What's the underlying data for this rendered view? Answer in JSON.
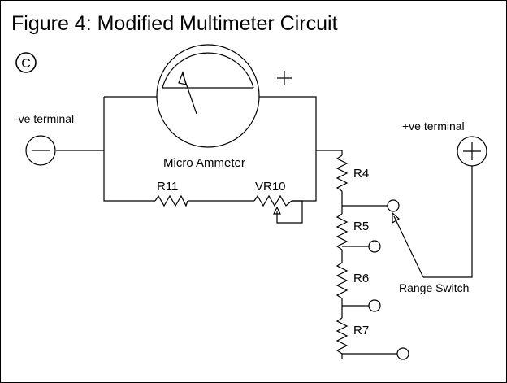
{
  "title": "Figure 4: Modified Multimeter Circuit",
  "copyright": "©",
  "labels": {
    "neg_terminal": "-ve terminal",
    "pos_terminal": "+ve terminal",
    "ammeter": "Micro Ammeter",
    "meter_plus": "+",
    "range_switch": "Range Switch"
  },
  "components": {
    "r11": "R11",
    "vr10": "VR10",
    "r4": "R4",
    "r5": "R5",
    "r6": "R6",
    "r7": "R7"
  }
}
